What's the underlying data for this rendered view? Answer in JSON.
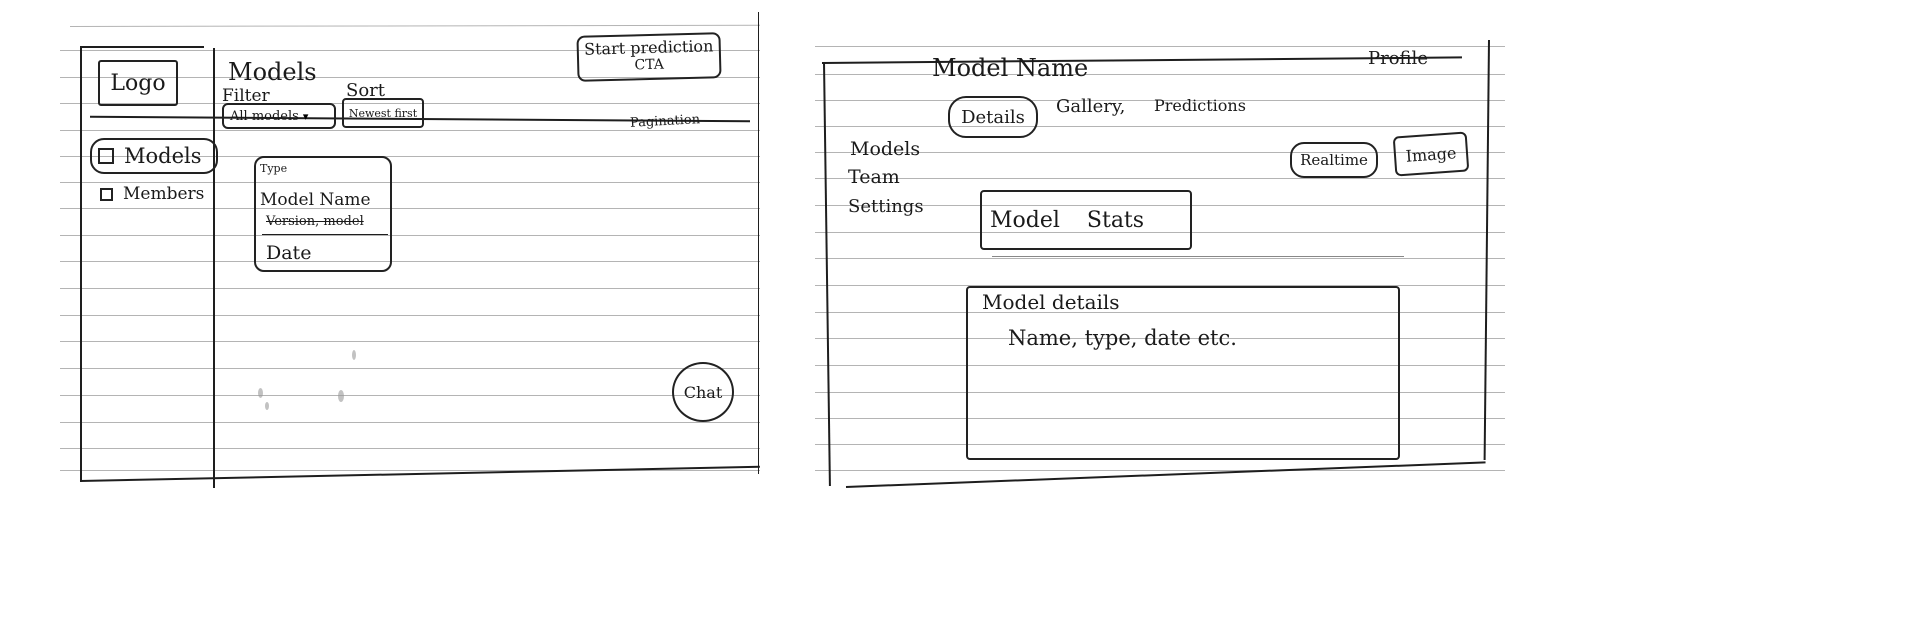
{
  "sketch_left": {
    "logo": "Logo",
    "page_title": "Models",
    "filter_label": "Filter",
    "filter_value": "All models",
    "sort_label": "Sort",
    "sort_value": "Newest first",
    "cta_line1": "Start prediction",
    "cta_line2": "CTA",
    "pagination": "Pagination",
    "sidebar": {
      "items": [
        {
          "label": "Models"
        },
        {
          "label": "Members"
        }
      ]
    },
    "card": {
      "type": "Type",
      "name": "Model Name",
      "version": "Version, model",
      "date": "Date"
    },
    "chat": "Chat"
  },
  "sketch_right": {
    "title": "Model Name",
    "profile": "Profile",
    "tabs": [
      {
        "label": "Details"
      },
      {
        "label": "Gallery,"
      },
      {
        "label": "Predictions"
      }
    ],
    "sidebar": {
      "items": [
        {
          "label": "Models"
        },
        {
          "label": "Team"
        },
        {
          "label": "Settings"
        }
      ]
    },
    "mode_buttons": [
      {
        "label": "Realtime"
      },
      {
        "label": "Image"
      }
    ],
    "stats_box": "Model Stats",
    "details_box": {
      "title": "Model details",
      "content": "Name, type, date etc."
    }
  }
}
